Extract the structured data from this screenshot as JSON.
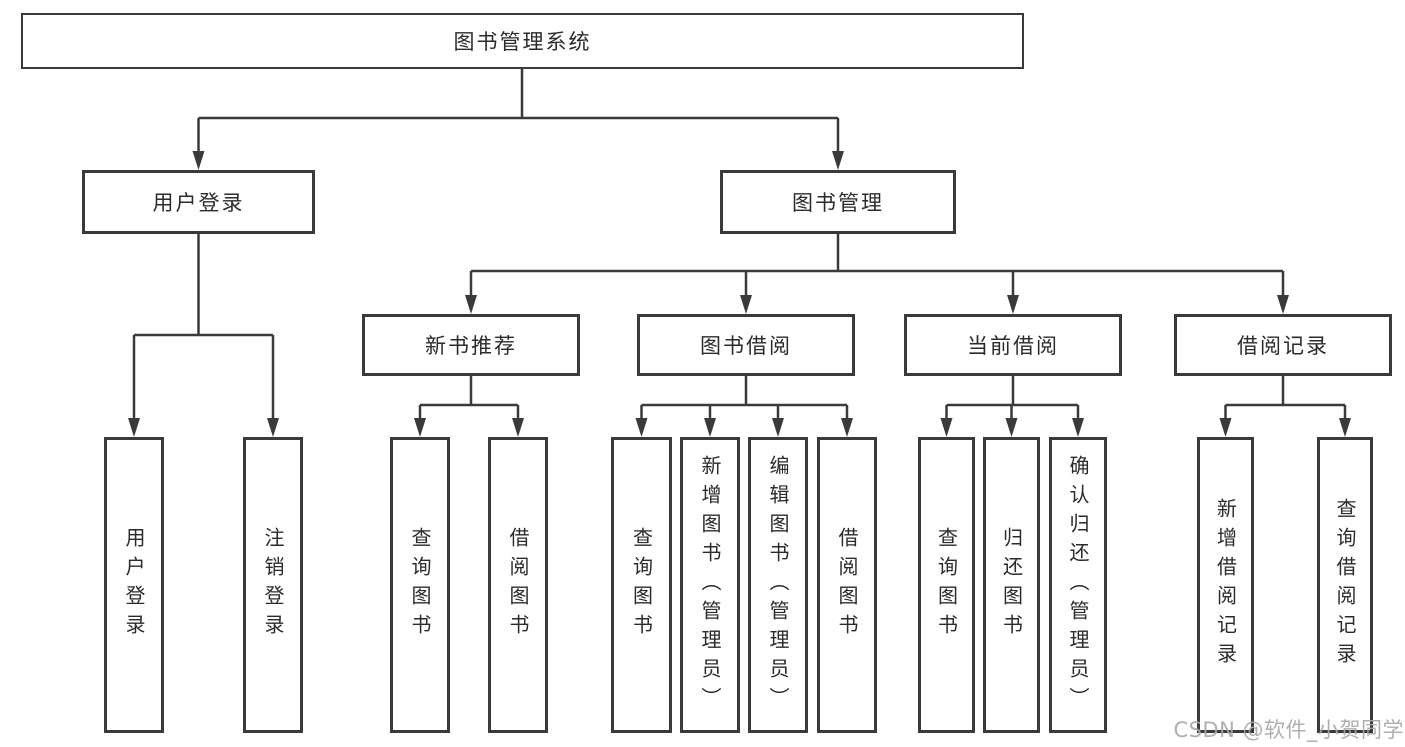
{
  "page": {
    "background": "#ffffff"
  },
  "diagram": {
    "line_color": "#3a3a3a",
    "text_color": "#2b2b2b",
    "box_background": "#ffffff",
    "tree": {
      "label": "图书管理系统",
      "children": [
        {
          "label": "用户登录",
          "children": [
            {
              "label": "用户登录"
            },
            {
              "label": "注销登录"
            }
          ]
        },
        {
          "label": "图书管理",
          "children": [
            {
              "label": "新书推荐",
              "children": [
                {
                  "label": "查询图书"
                },
                {
                  "label": "借阅图书"
                }
              ]
            },
            {
              "label": "图书借阅",
              "children": [
                {
                  "label": "查询图书"
                },
                {
                  "label": "新增图书（管理员）"
                },
                {
                  "label": "编辑图书（管理员）"
                },
                {
                  "label": "借阅图书"
                }
              ]
            },
            {
              "label": "当前借阅",
              "children": [
                {
                  "label": "查询图书"
                },
                {
                  "label": "归还图书"
                },
                {
                  "label": "确认归还（管理员）"
                }
              ]
            },
            {
              "label": "借阅记录",
              "children": [
                {
                  "label": "新增借阅记录"
                },
                {
                  "label": "查询借阅记录"
                }
              ]
            }
          ]
        }
      ]
    }
  },
  "watermark": {
    "text": "CSDN @软件_小贺同学",
    "color": "#a8a8a8"
  }
}
